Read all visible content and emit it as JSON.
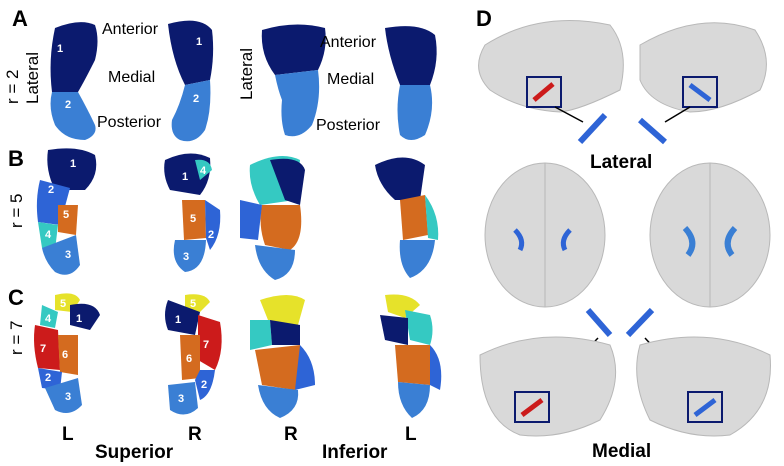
{
  "panels": {
    "A": "A",
    "B": "B",
    "C": "C",
    "D": "D"
  },
  "row_labels": {
    "a": "r = 2",
    "a2": "Lateral",
    "b": "r = 5",
    "c": "r = 7"
  },
  "panel_a": {
    "anterior_1": "Anterior",
    "medial_1": "Medial",
    "posterior_1": "Posterior",
    "anterior_2": "Anterior",
    "medial_2": "Medial",
    "posterior_2": "Posterior",
    "lateral": "Lateral"
  },
  "bottom": {
    "l1": "L",
    "r1": "R",
    "r2": "R",
    "l2": "L",
    "superior": "Superior",
    "inferior": "Inferior"
  },
  "panel_d": {
    "lateral": "Lateral",
    "medial": "Medial"
  },
  "colors": {
    "c1": "#0b1a6e",
    "c2": "#2e64d6",
    "c3": "#3a7fd4",
    "c4": "#35c9c2",
    "c5": "#d46b1f",
    "c6": "#d46b1f",
    "c7": "#cc1b1b",
    "yellow": "#e6e22a",
    "brain": "#d9d9d9"
  },
  "region_numbers": {
    "a": [
      "1",
      "2",
      "1",
      "2"
    ],
    "b": [
      "1",
      "2",
      "5",
      "4",
      "3",
      "1",
      "4",
      "5",
      "2",
      "3"
    ],
    "c": [
      "5",
      "4",
      "1",
      "7",
      "6",
      "2",
      "3",
      "5",
      "1",
      "7",
      "6",
      "2",
      "3"
    ]
  }
}
